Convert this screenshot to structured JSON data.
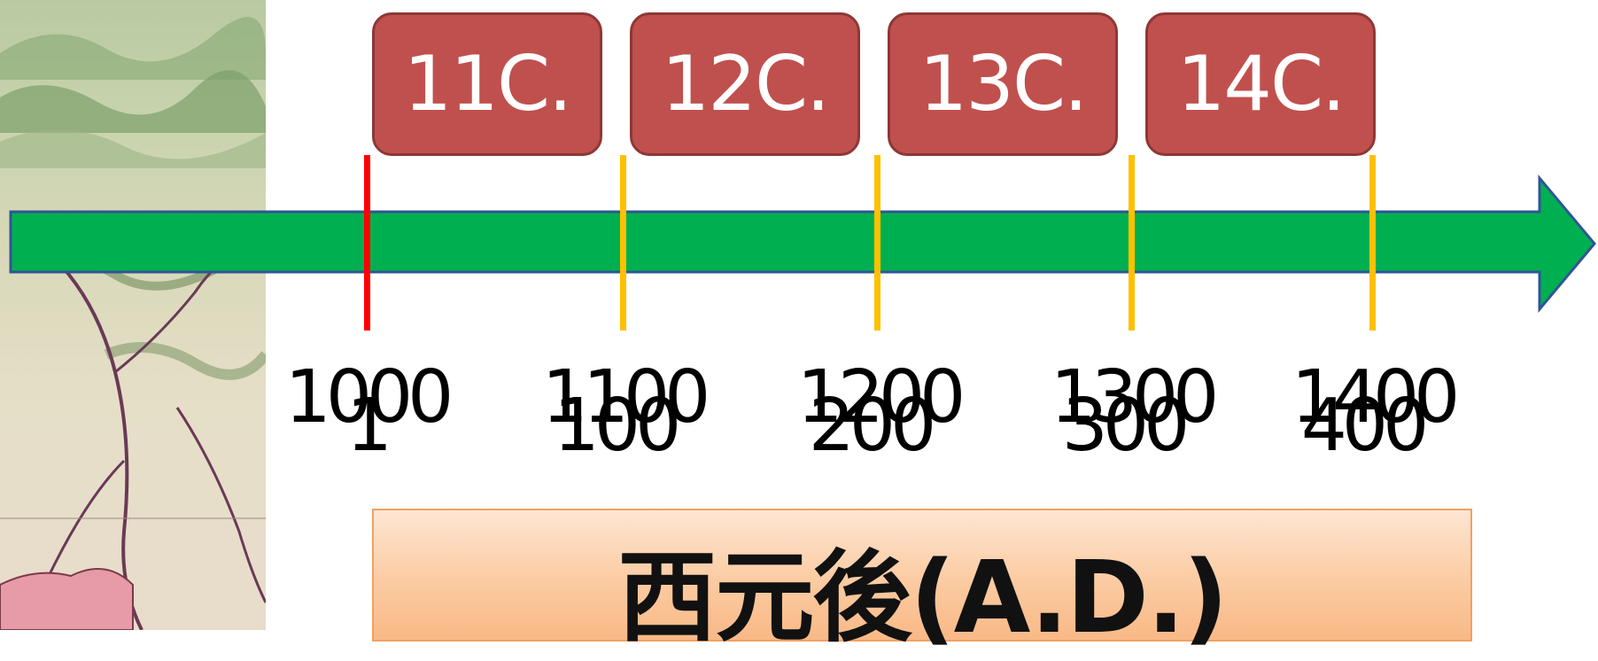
{
  "centuries": [
    {
      "label": "11C."
    },
    {
      "label": "12C."
    },
    {
      "label": "13C."
    },
    {
      "label": "14C."
    }
  ],
  "years_top": [
    "1000",
    "1100",
    "1200",
    "1300",
    "1400"
  ],
  "years_bottom": [
    "1",
    "100",
    "200",
    "300",
    "400"
  ],
  "tick_colors": [
    "#ff0000",
    "#ffc000",
    "#ffc000",
    "#ffc000",
    "#ffc000"
  ],
  "arrow_color": "#00b050",
  "arrow_border_color": "#2f5597",
  "box_color": "#c0504d",
  "banner_text": "西元後(A.D.)"
}
